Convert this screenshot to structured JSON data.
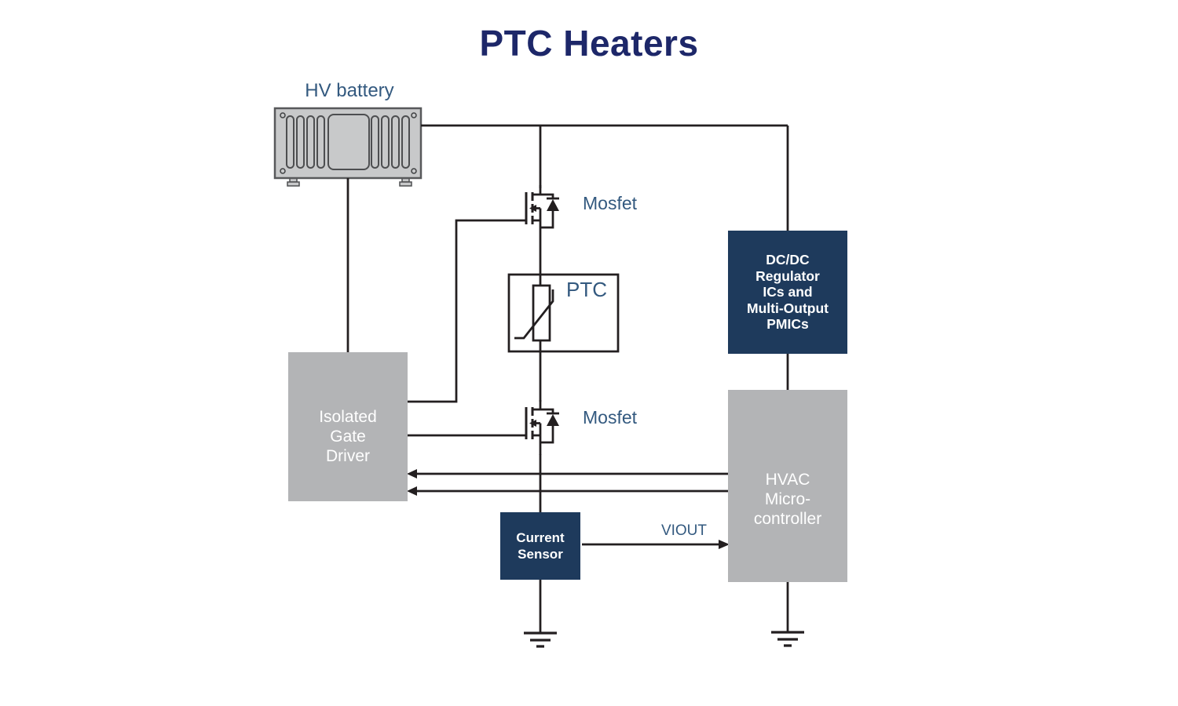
{
  "title": "PTC Heaters",
  "labels": {
    "hv_battery": "HV battery",
    "mosfet_top": "Mosfet",
    "mosfet_bottom": "Mosfet",
    "ptc": "PTC",
    "viout": "VIOUT"
  },
  "boxes": {
    "isolated_gate_driver": {
      "lines": [
        "Isolated",
        "Gate",
        "Driver"
      ]
    },
    "dcdc": {
      "lines": [
        "DC/DC",
        "Regulator",
        "ICs and",
        "Multi-Output",
        "PMICs"
      ]
    },
    "hvac": {
      "lines": [
        "HVAC",
        "Micro-",
        "controller"
      ]
    },
    "current_sensor": {
      "lines": [
        "Current",
        "Sensor"
      ]
    }
  },
  "icons": {
    "hv_battery_icon": "battery-pack",
    "mosfet_icon": "n-mosfet-with-body-diode",
    "ptc_icon": "ptc-thermistor",
    "ground_icon": "earth-ground"
  },
  "colors": {
    "navy_box": "#1e3a5c",
    "gray_box": "#b3b4b6",
    "label_blue": "#33597f",
    "title_blue": "#1d2769",
    "wire": "#231f20"
  }
}
